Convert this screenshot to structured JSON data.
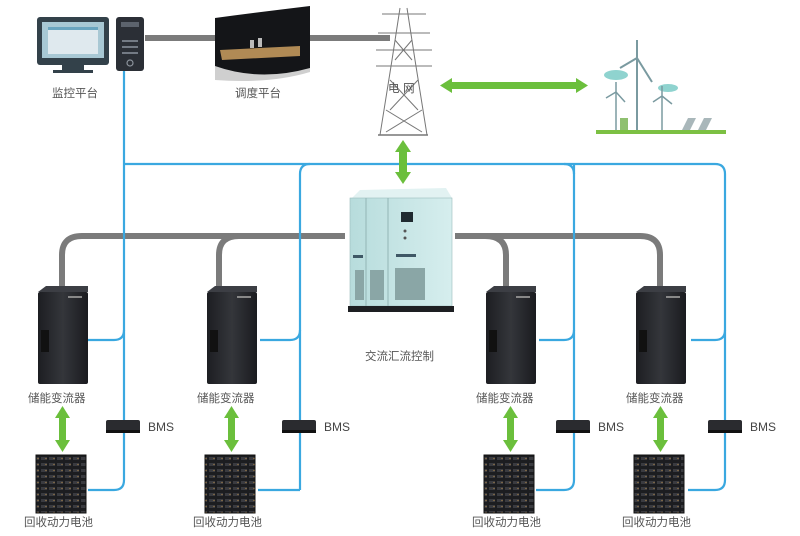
{
  "diagram": {
    "title": "",
    "top": {
      "monitor_label": "监控平台",
      "dispatch_label": "调度平台",
      "grid_label": "电 网"
    },
    "center": {
      "ac_combiner_label": "交流汇流控制"
    },
    "units": [
      {
        "pcs_label": "储能变流器",
        "bms_label": "BMS",
        "battery_label": "回收动力电池"
      },
      {
        "pcs_label": "储能变流器",
        "bms_label": "BMS",
        "battery_label": "回收动力电池"
      },
      {
        "pcs_label": "储能变流器",
        "bms_label": "BMS",
        "battery_label": "回收动力电池"
      },
      {
        "pcs_label": "储能变流器",
        "bms_label": "BMS",
        "battery_label": "回收动力电池"
      }
    ],
    "colors": {
      "power_line": "#7b7b7b",
      "comm_line": "#3aa8e0",
      "energy_arrow": "#6bbf3c",
      "cabinet": "#2b2c30",
      "combiner": "#c9e6e6"
    }
  }
}
